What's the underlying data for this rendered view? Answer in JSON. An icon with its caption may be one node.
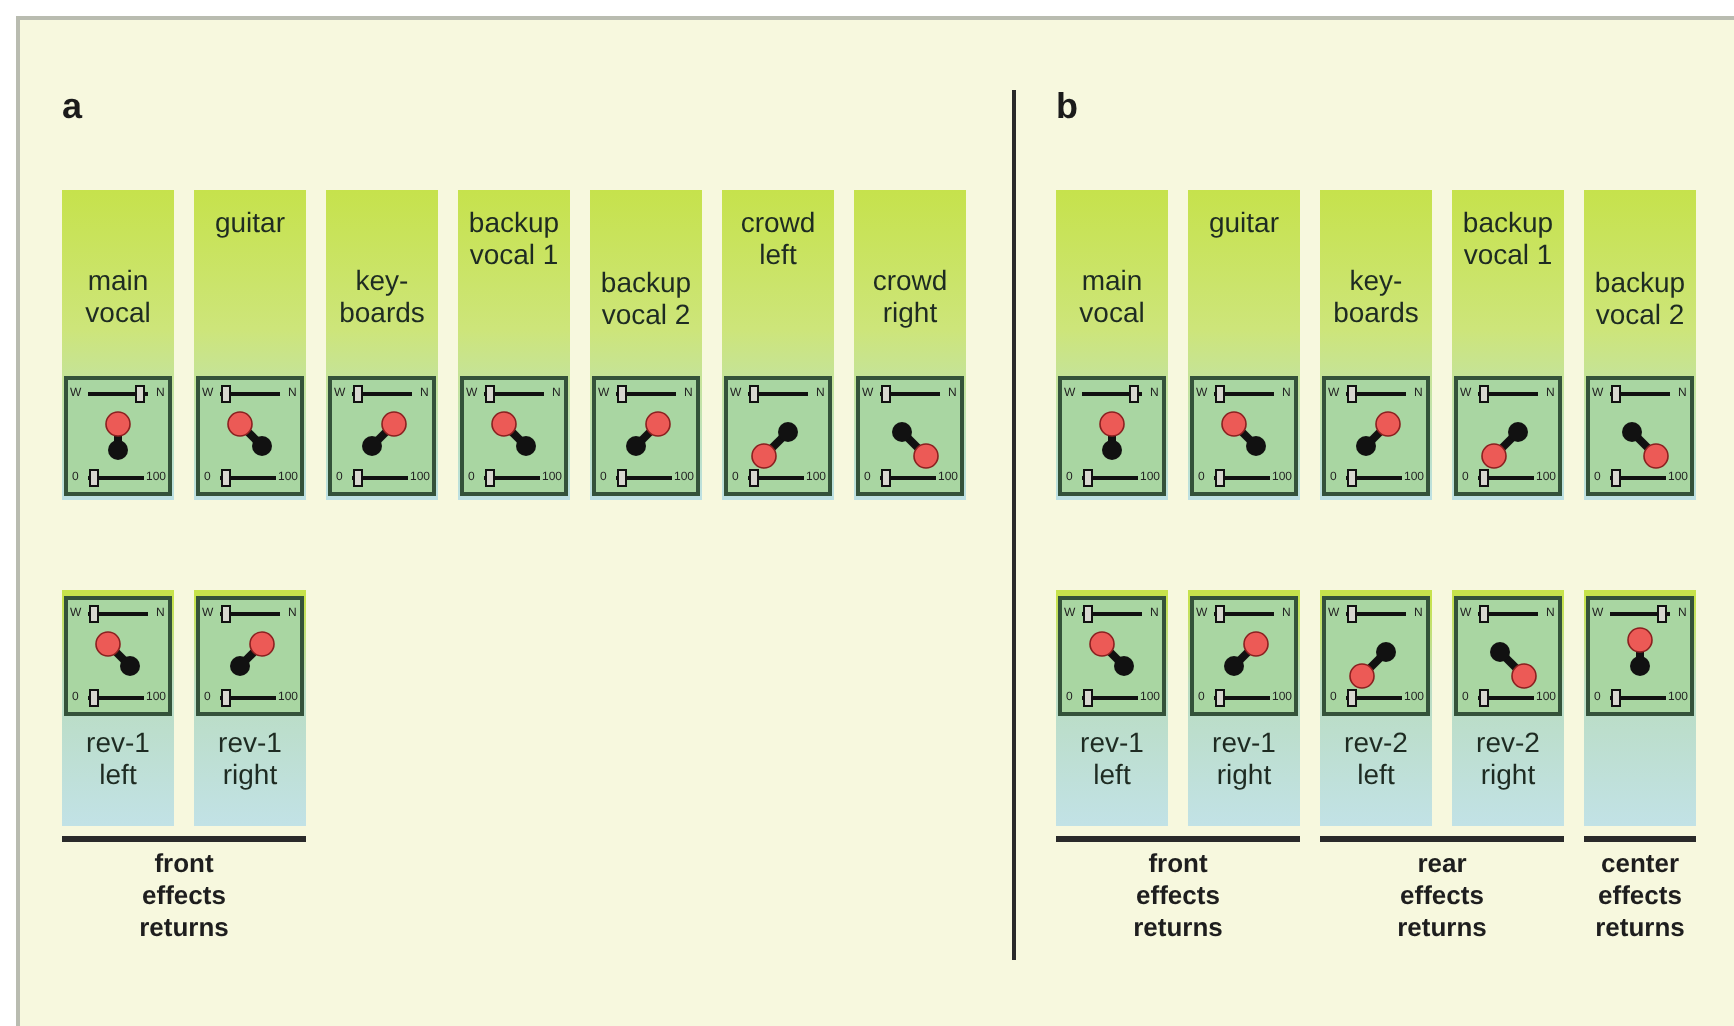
{
  "diagram": {
    "nodes": [
      {
        "text": [
          "main vocal"
        ]
      },
      {
        "text": [
          "W",
          "N",
          "0",
          "100"
        ],
        "in": 0
      },
      {
        "text": [
          "guitar"
        ]
      },
      {
        "text": [
          "W",
          "N",
          "0",
          "100"
        ],
        "in": 2
      },
      {
        "text": [
          "key- boards"
        ]
      },
      {
        "text": [
          "W",
          "N",
          "0",
          "100"
        ],
        "in": 4
      },
      {
        "text": [
          "backup vocal 1"
        ]
      },
      {
        "text": [
          "W",
          "N",
          "0",
          "100"
        ],
        "in": 6
      },
      {
        "text": [
          "backup vocal 2"
        ]
      },
      {
        "text": [
          "W",
          "N",
          "0",
          "100"
        ],
        "in": 8
      },
      {
        "text": [
          "crowd left"
        ]
      },
      {
        "text": [
          "W",
          "N",
          "0",
          "100"
        ],
        "in": 10
      },
      {
        "text": [
          "crowd right"
        ]
      },
      {
        "text": [
          "W",
          "N",
          "0",
          "100"
        ],
        "in": 12
      },
      {
        "text": [
          "rev-1 left"
        ]
      },
      {
        "text": [
          "W",
          "N",
          "0",
          "100"
        ],
        "in": 14
      },
      {
        "text": [
          "rev-1 right"
        ]
      },
      {
        "text": [
          "W",
          "N",
          "0",
          "100"
        ],
        "in": 16
      },
      {
        "text": [
          "main vocal"
        ]
      },
      {
        "text": [
          "W",
          "N",
          "0",
          "100"
        ],
        "in": 18
      },
      {
        "text": [
          "guitar"
        ]
      },
      {
        "text": [
          "W",
          "N",
          "0",
          "100"
        ],
        "in": 20
      },
      {
        "text": [
          "key- boards"
        ]
      },
      {
        "text": [
          "W",
          "N",
          "0",
          "100"
        ],
        "in": 22
      },
      {
        "text": [
          "backup vocal 1"
        ]
      },
      {
        "text": [
          "W",
          "N",
          "0",
          "100"
        ],
        "in": 24
      },
      {
        "text": [
          "backup vocal 2"
        ]
      },
      {
        "text": [
          "W",
          "N",
          "0",
          "100"
        ],
        "in": 26
      },
      {
        "text": [
          "rev-1 left"
        ]
      },
      {
        "text": [
          "W",
          "N",
          "0",
          "100"
        ],
        "in": 28
      },
      {
        "text": [
          "rev-1 right"
        ]
      },
      {
        "text": [
          "W",
          "N",
          "0",
          "100"
        ],
        "in": 30
      },
      {
        "text": [
          "rev-2 left"
        ]
      },
      {
        "text": [
          "W",
          "N",
          "0",
          "100"
        ],
        "in": 32
      },
      {
        "text": [
          "rev-2 right"
        ]
      },
      {
        "text": [
          "W",
          "N",
          "0",
          "100"
        ],
        "in": 34
      },
      {
        "text": [],
        "shape": "bar"
      },
      {
        "text": [
          "W",
          "N",
          "0",
          "100"
        ],
        "in": 36
      }
    ],
    "labels": [
      "a",
      "b",
      "front effects returns",
      "front effects returns",
      "rear effects returns",
      "center effects returns"
    ]
  }
}
